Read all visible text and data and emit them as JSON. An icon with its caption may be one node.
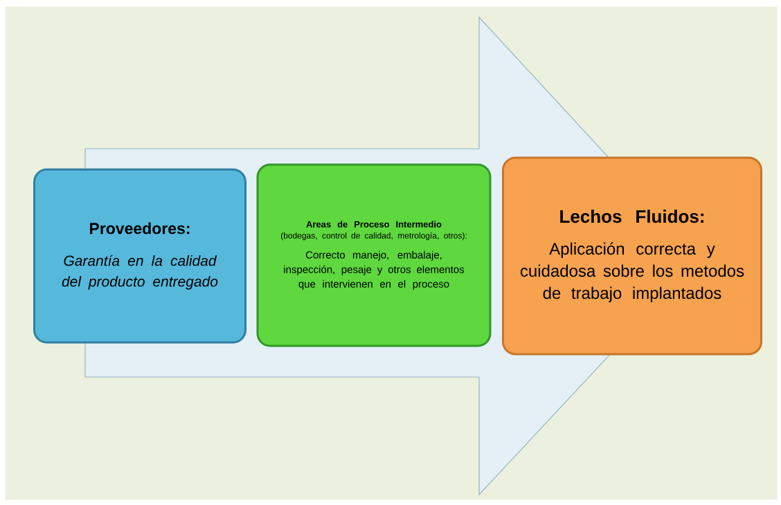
{
  "diagram": {
    "nodes": [
      {
        "text": [
          "Proveedores:",
          "Garantía en la calidad del producto entregado"
        ]
      },
      {
        "text": [
          "Areas de Proceso Intermedio",
          "(bodegas, control de calidad, metrología, otros):",
          "Correcto manejo, embalaje, inspección, pesaje y otros elementos que intervienen en el proceso"
        ]
      },
      {
        "text": [
          "Lechos Fluidos:",
          "Aplicación correcta y cuidadosa sobre los metodos de trabajo implantados"
        ]
      }
    ],
    "edges": [
      {
        "from": 0,
        "to": 2,
        "arrow": "to",
        "style": "thick"
      }
    ]
  }
}
